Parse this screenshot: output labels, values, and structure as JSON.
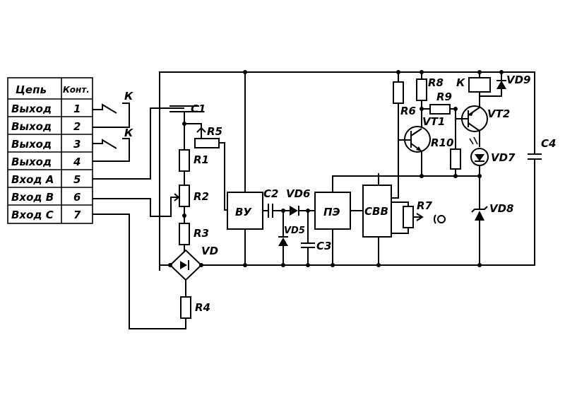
{
  "table": {
    "header": {
      "circuit": "Цепь",
      "contact": "Конт."
    },
    "rows": [
      {
        "name": "Выход",
        "num": "1"
      },
      {
        "name": "Выход",
        "num": "2"
      },
      {
        "name": "Выход",
        "num": "3"
      },
      {
        "name": "Выход",
        "num": "4"
      },
      {
        "name": "Вход А",
        "num": "5"
      },
      {
        "name": "Вход В",
        "num": "6"
      },
      {
        "name": "Вход С",
        "num": "7"
      }
    ]
  },
  "labels": {
    "relay_contact_1": "К",
    "relay_contact_2": "К",
    "relay_coil": "К",
    "c1": "С1",
    "r5": "R5",
    "r1": "R1",
    "r2": "R2",
    "r3": "R3",
    "r4": "R4",
    "vd": "VD",
    "c2": "С2",
    "vd6": "VD6",
    "vd5": "VD5",
    "c3": "С3",
    "r6": "R6",
    "r7": "R7",
    "r8": "R8",
    "r9": "R9",
    "r10": "R10",
    "vt1": "VT1",
    "vt2": "VT2",
    "vd7": "VD7",
    "vd8": "VD8",
    "vd9": "VD9",
    "c4": "С4"
  },
  "blocks": {
    "vu": "ВУ",
    "pe": "ПЭ",
    "svv": "СВВ"
  }
}
